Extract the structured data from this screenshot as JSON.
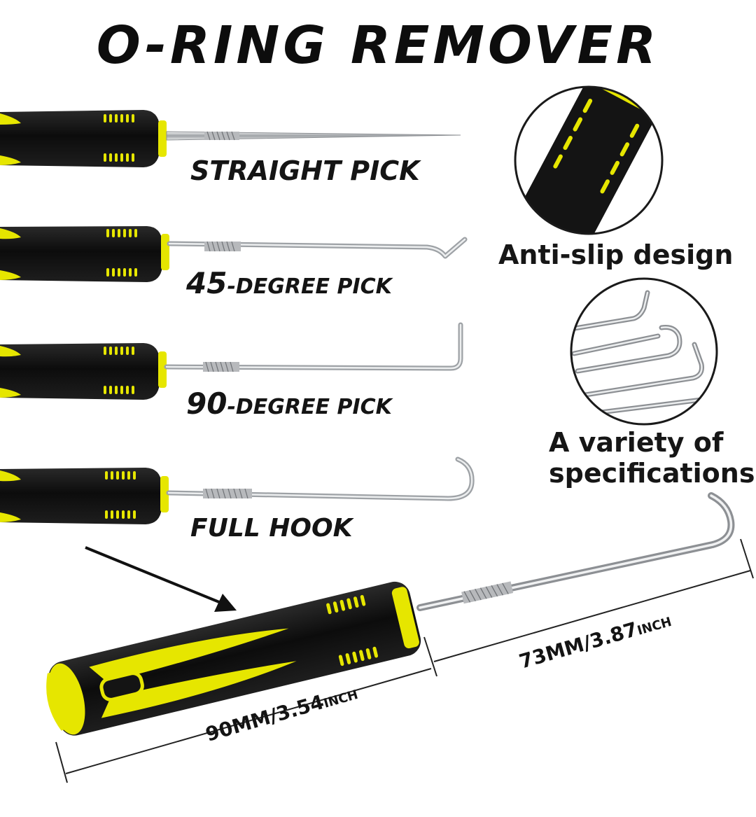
{
  "title": "O-RING REMOVER",
  "tools": [
    {
      "label": "STRAIGHT PICK",
      "tip": "straight"
    },
    {
      "label_num": "45",
      "label_rest": "-DEGREE PICK",
      "tip": "45-degree"
    },
    {
      "label_num": "90",
      "label_rest": "-DEGREE PICK",
      "tip": "90-degree"
    },
    {
      "label": "FULL HOOK",
      "tip": "hook"
    }
  ],
  "features": {
    "anti_slip": "Anti-slip design",
    "variety_line1": "A variety of",
    "variety_line2": "specifications"
  },
  "dimensions": {
    "handle_value": "90MM/3.54",
    "handle_unit": "INCH",
    "shaft_value": "73MM/3.87",
    "shaft_unit": "INCH"
  },
  "colors": {
    "handle_black": "#141414",
    "grip_yellow": "#e6e600",
    "metal": "#c8cacc"
  }
}
